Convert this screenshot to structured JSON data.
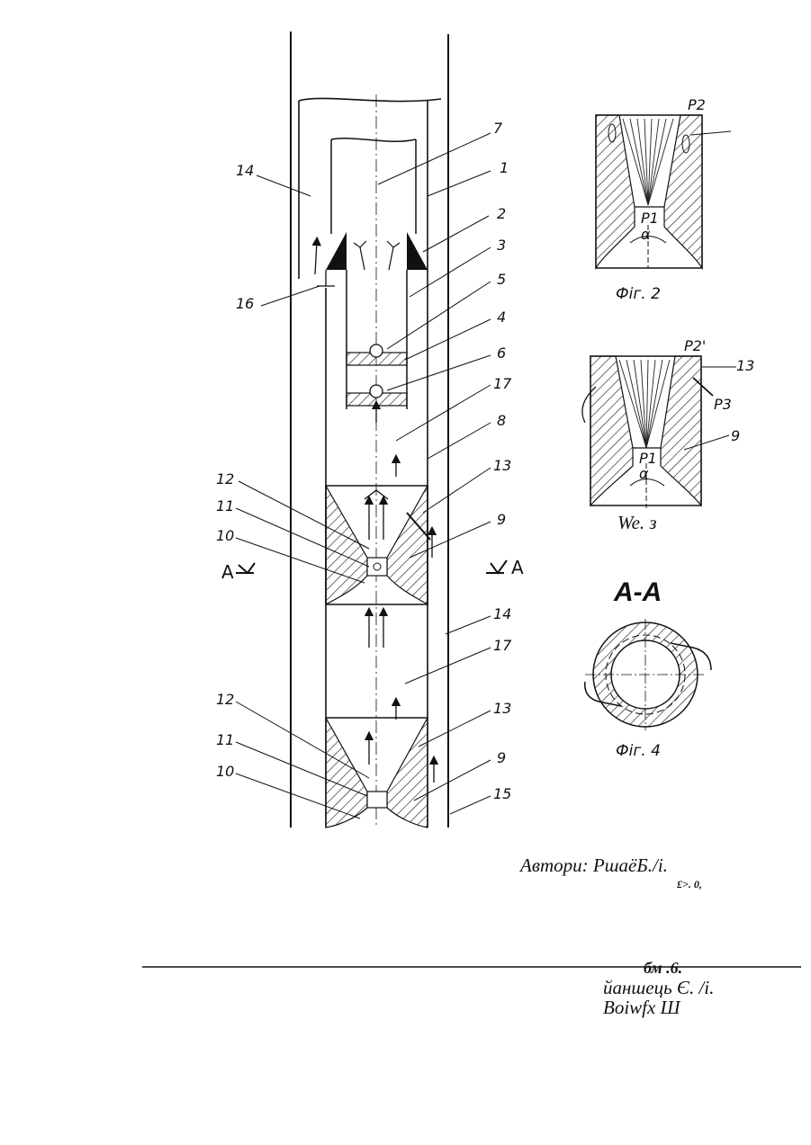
{
  "figure1": {
    "labels": [
      "14",
      "1",
      "7",
      "2",
      "3",
      "16",
      "5",
      "4",
      "6",
      "17",
      "8",
      "12",
      "13",
      "11",
      "10",
      "9",
      "A",
      "A",
      "14",
      "17",
      "12",
      "13",
      "11",
      "9",
      "10",
      "15"
    ]
  },
  "figure2": {
    "labels": [
      "P2",
      "P1",
      "α"
    ],
    "caption": "Фіг. 2"
  },
  "figure3": {
    "labels": [
      "P2'",
      "13",
      "P3",
      "9",
      "P1",
      "α"
    ],
    "caption": "We. з"
  },
  "figure4": {
    "section_title": "А-А",
    "caption": "Фіг. 4"
  },
  "footer": {
    "authors": "Автори: РшаёБ./і.",
    "authors_sub": "£>. 0,",
    "line1": "бм     .6.",
    "line2": "йаншець Є. /і.",
    "line3": "Boiwfx Ш"
  },
  "colors": {
    "ink": "#111111",
    "paper": "#ffffff"
  }
}
